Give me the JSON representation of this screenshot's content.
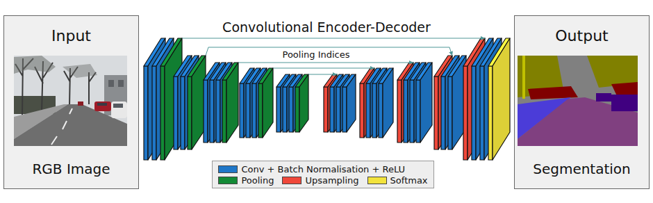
{
  "diagram": {
    "title": "Convolutional Encoder-Decoder",
    "nodes": [
      {
        "text": [
          "Input",
          "RGB Image"
        ]
      },
      {
        "text": [
          "Output",
          "Segmentation"
        ]
      }
    ],
    "labels": [
      "Pooling Indices"
    ],
    "legend": [
      {
        "text": "Conv + Batch Normalisation + ReLU",
        "color": "#1f77c8"
      },
      {
        "text": "Pooling",
        "color": "#138a36"
      },
      {
        "text": "Upsampling",
        "color": "#f0483a"
      },
      {
        "text": "Softmax",
        "color": "#f2e33c"
      }
    ]
  }
}
